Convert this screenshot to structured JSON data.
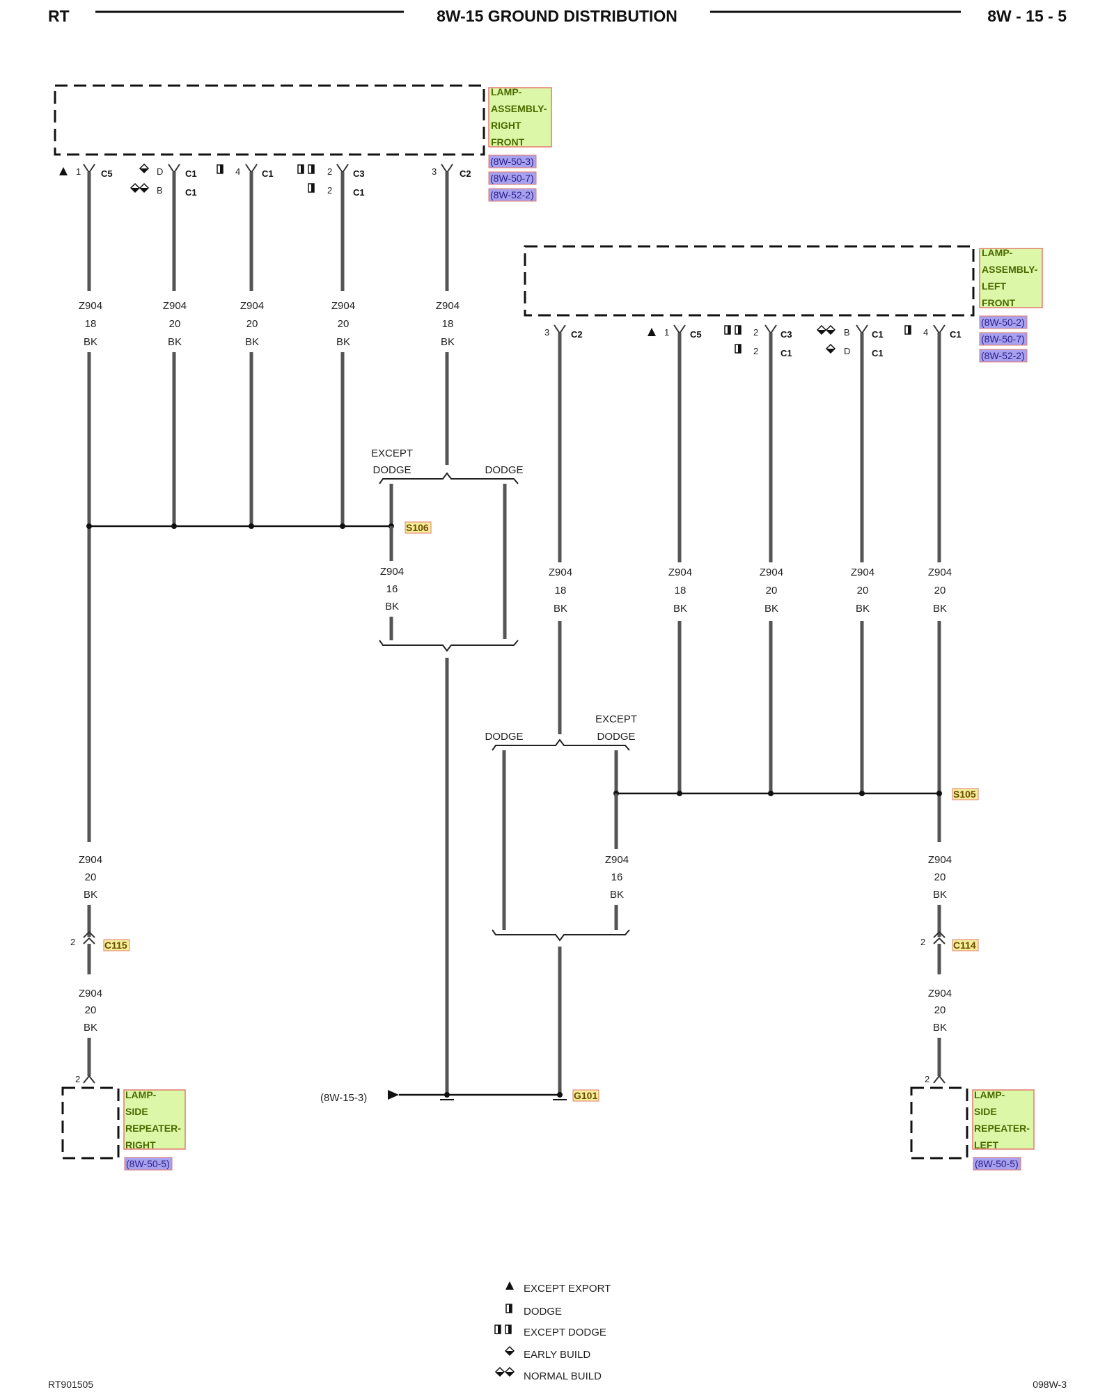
{
  "header": {
    "left": "RT",
    "title": "8W-15 GROUND DISTRIBUTION",
    "right": "8W - 15 - 5"
  },
  "components": {
    "lamp_right_front": {
      "label": [
        "LAMP-",
        "ASSEMBLY-",
        "RIGHT",
        "FRONT"
      ],
      "refs": [
        "(8W-50-3)",
        "(8W-50-7)",
        "(8W-52-2)"
      ]
    },
    "lamp_left_front": {
      "label": [
        "LAMP-",
        "ASSEMBLY-",
        "LEFT",
        "FRONT"
      ],
      "refs": [
        "(8W-50-2)",
        "(8W-50-7)",
        "(8W-52-2)"
      ]
    },
    "repeater_right": {
      "label": [
        "LAMP-",
        "SIDE",
        "REPEATER-",
        "RIGHT"
      ],
      "refs": [
        "(8W-50-5)"
      ]
    },
    "repeater_left": {
      "label": [
        "LAMP-",
        "SIDE",
        "REPEATER-",
        "LEFT"
      ],
      "refs": [
        "(8W-50-5)"
      ]
    }
  },
  "right_front_pins": [
    {
      "sym": "triangle",
      "pin": "1",
      "conn": "C5"
    },
    {
      "sym": "diamond",
      "pin": "D",
      "conn": "C1"
    },
    {
      "sym": "diamond2",
      "pin": "B",
      "conn": "C1"
    },
    {
      "sym": "half",
      "pin": "4",
      "conn": "C1"
    },
    {
      "sym": "half2",
      "pin": "2",
      "conn": "C3"
    },
    {
      "sym": "half",
      "pin": "2",
      "conn": "C1"
    },
    {
      "sym": "",
      "pin": "3",
      "conn": "C2"
    }
  ],
  "left_front_pins": [
    {
      "sym": "",
      "pin": "3",
      "conn": "C2"
    },
    {
      "sym": "triangle",
      "pin": "1",
      "conn": "C5"
    },
    {
      "sym": "half2",
      "pin": "2",
      "conn": "C3"
    },
    {
      "sym": "half",
      "pin": "2",
      "conn": "C1"
    },
    {
      "sym": "diamond2",
      "pin": "B",
      "conn": "C1"
    },
    {
      "sym": "diamond",
      "pin": "D",
      "conn": "C1"
    },
    {
      "sym": "half",
      "pin": "4",
      "conn": "C1"
    }
  ],
  "wire_labels": [
    [
      "Z904",
      "18",
      "BK"
    ],
    [
      "Z904",
      "20",
      "BK"
    ],
    [
      "Z904",
      "20",
      "BK"
    ],
    [
      "Z904",
      "20",
      "BK"
    ],
    [
      "Z904",
      "18",
      "BK"
    ],
    [
      "Z904",
      "16",
      "BK"
    ],
    [
      "Z904",
      "18",
      "BK"
    ],
    [
      "Z904",
      "18",
      "BK"
    ],
    [
      "Z904",
      "20",
      "BK"
    ],
    [
      "Z904",
      "20",
      "BK"
    ],
    [
      "Z904",
      "20",
      "BK"
    ],
    [
      "Z904",
      "20",
      "BK"
    ],
    [
      "Z904",
      "16",
      "BK"
    ],
    [
      "Z904",
      "20",
      "BK"
    ],
    [
      "Z904",
      "20",
      "BK"
    ],
    [
      "Z904",
      "20",
      "BK"
    ]
  ],
  "notes": {
    "except_dodge": [
      "EXCEPT",
      "DODGE"
    ],
    "dodge": "DODGE"
  },
  "splices": {
    "s106": "S106",
    "s105": "S105",
    "g101": "G101",
    "c115": "C115",
    "c114": "C114"
  },
  "connector_pins": {
    "c115": "2",
    "c114": "2",
    "rep_right": "2",
    "rep_left": "2"
  },
  "ground_ref": "(8W-15-3)",
  "legend": [
    {
      "sym": "triangle",
      "text": "EXCEPT EXPORT"
    },
    {
      "sym": "half",
      "text": "DODGE"
    },
    {
      "sym": "half2",
      "text": "EXCEPT DODGE"
    },
    {
      "sym": "diamond",
      "text": "EARLY BUILD"
    },
    {
      "sym": "diamond2",
      "text": "NORMAL BUILD"
    }
  ],
  "footer": {
    "left": "RT901505",
    "right": "098W-3"
  },
  "colors": {
    "component_fill": "#dcf7a8",
    "component_border": "#e37a6e",
    "ref_fill": "#a7a1ef",
    "splice_fill": "#f4ee9a"
  }
}
